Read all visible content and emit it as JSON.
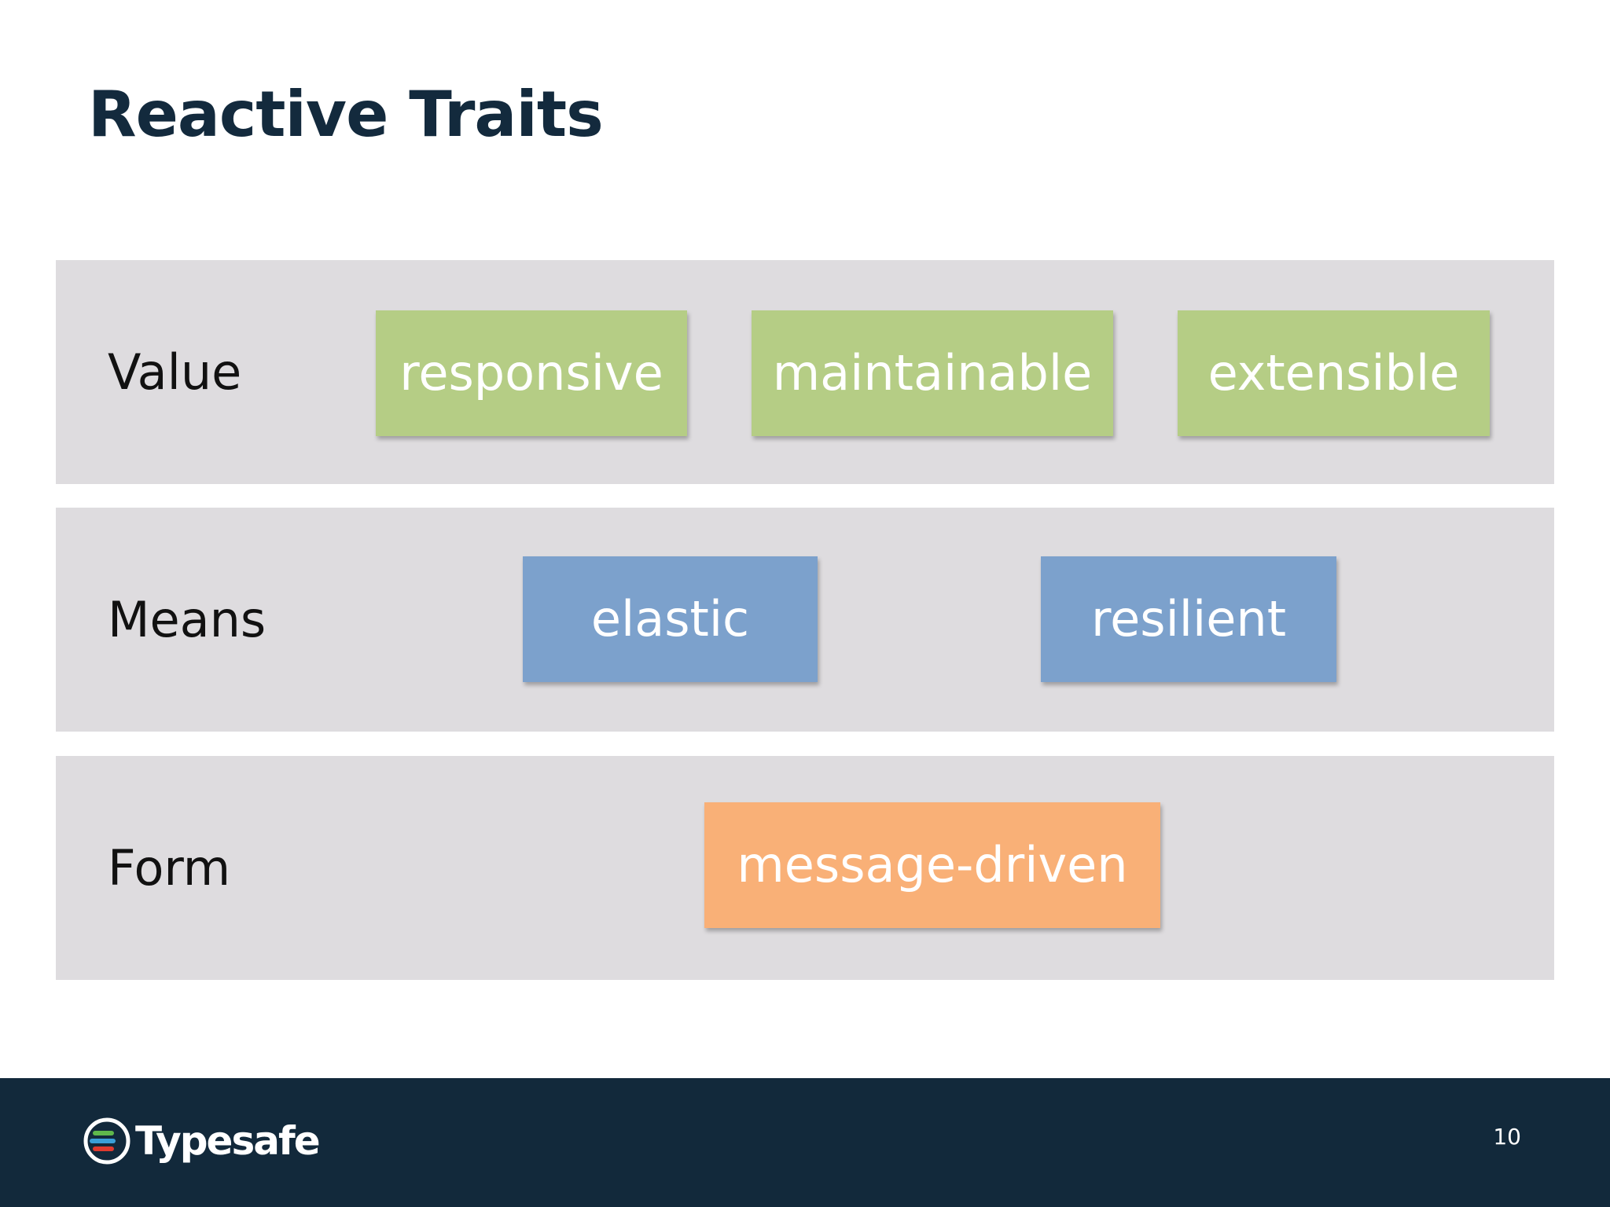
{
  "title": "Reactive Traits",
  "colors": {
    "title": "#132a3d",
    "band_background": "#dedcdf",
    "value": "#b5cd85",
    "means": "#7ca1cc",
    "form": "#f9b077",
    "footer": "#12293b"
  },
  "rows": [
    {
      "label": "Value",
      "traits": [
        "responsive",
        "maintainable",
        "extensible"
      ]
    },
    {
      "label": "Means",
      "traits": [
        "elastic",
        "resilient"
      ]
    },
    {
      "label": "Form",
      "traits": [
        "message-driven"
      ]
    }
  ],
  "footer": {
    "logo_text": "Typesafe",
    "page_number": "10"
  }
}
